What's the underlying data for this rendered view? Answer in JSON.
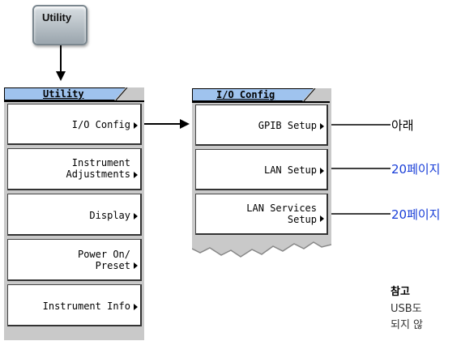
{
  "hardkey": {
    "label": "Utility"
  },
  "utility_menu": {
    "title": "Utility",
    "keys": [
      {
        "label": "I/O Config"
      },
      {
        "label": "Instrument\nAdjustments"
      },
      {
        "label": "Display"
      },
      {
        "label": "Power On/\nPreset"
      },
      {
        "label": "Instrument Info"
      }
    ]
  },
  "io_menu": {
    "title": "I/O Config",
    "keys": [
      {
        "label": "GPIB Setup"
      },
      {
        "label": "LAN Setup"
      },
      {
        "label": "LAN Services\nSetup"
      }
    ]
  },
  "callouts": [
    {
      "text": "아래",
      "color": "#000000"
    },
    {
      "text": "20페이지",
      "color": "#1a3fd8"
    },
    {
      "text": "20페이지",
      "color": "#1a3fd8"
    }
  ],
  "note": {
    "heading": "참고",
    "line1": "USB도",
    "line2": "되지 않"
  }
}
